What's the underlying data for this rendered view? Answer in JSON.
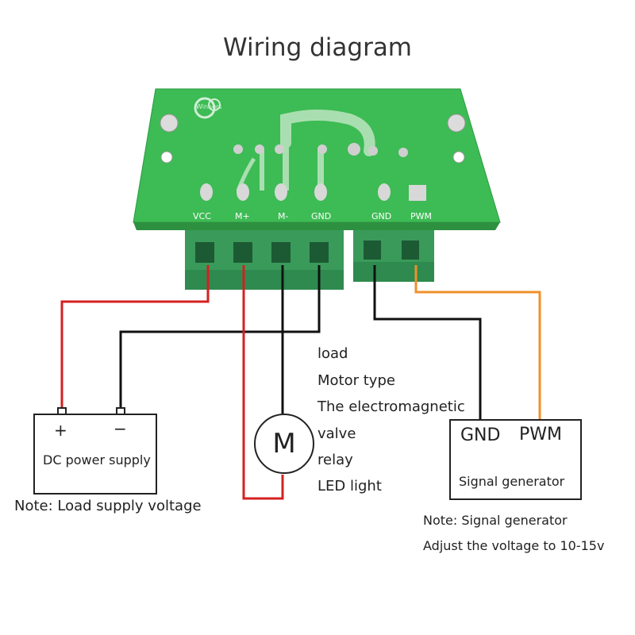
{
  "title": "Wiring diagram",
  "board": {
    "brand": "Winners",
    "pins": [
      "VCC",
      "M+",
      "M-",
      "GND",
      "GND",
      "PWM"
    ]
  },
  "power_supply": {
    "plus": "+",
    "minus": "−",
    "label": "DC power supply",
    "note": "Note: Load supply voltage"
  },
  "motor": {
    "symbol": "M"
  },
  "load_list": [
    "load",
    "Motor type",
    "The electromagnetic",
    "valve",
    "relay",
    "LED light"
  ],
  "signal_generator": {
    "gnd": "GND",
    "pwm": "PWM",
    "label": "Signal generator",
    "note1": "Note: Signal generator",
    "note2": "Adjust the voltage to 10-15v"
  },
  "colors": {
    "red_wire": "#d42020",
    "black_wire": "#111111",
    "orange_wire": "#f0902a",
    "pcb": "#3dbb54",
    "terminal": "#3a9a5a"
  }
}
